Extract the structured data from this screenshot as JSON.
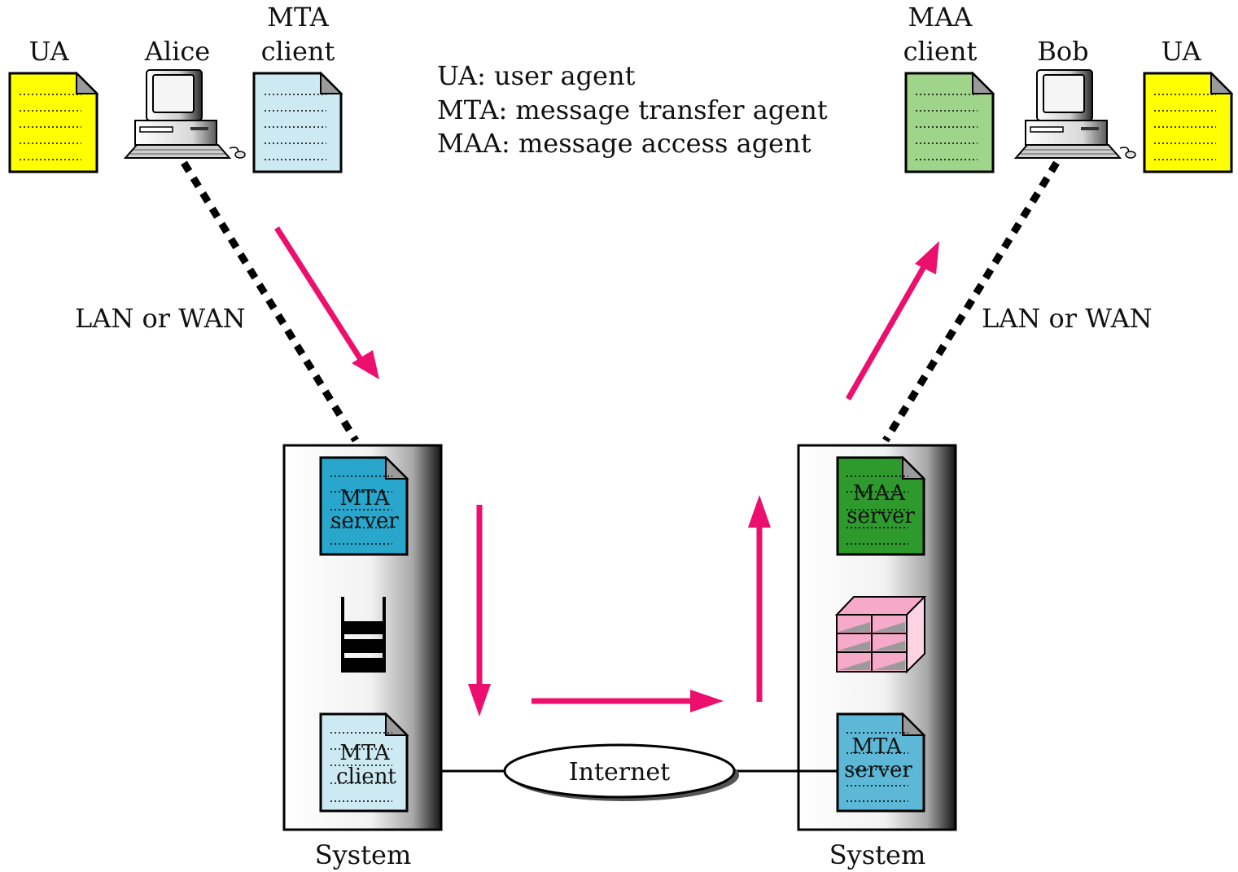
{
  "legend": {
    "ua": "UA: user agent",
    "mta": "MTA: message transfer agent",
    "maa": "MAA: message access agent"
  },
  "left": {
    "ua_label": "UA",
    "user_label": "Alice",
    "client_label_line1": "MTA",
    "client_label_line2": "client",
    "link_label": "LAN or WAN",
    "system_label": "System",
    "server_doc_line1": "MTA",
    "server_doc_line2": "server",
    "client_doc_line1": "MTA",
    "client_doc_line2": "client"
  },
  "right": {
    "ua_label": "UA",
    "user_label": "Bob",
    "client_label_line1": "MAA",
    "client_label_line2": "client",
    "link_label": "LAN or WAN",
    "system_label": "System",
    "server_doc_line1": "MAA",
    "server_doc_line2": "server",
    "mta_doc_line1": "MTA",
    "mta_doc_line2": "server"
  },
  "internet_label": "Internet",
  "colors": {
    "ua_doc": "#ffff00",
    "mta_client_light": "#cdeaf2",
    "mta_server_dark": "#29a6cc",
    "maa_client": "#9fd58b",
    "maa_server": "#2e9a2e",
    "mta_server_right": "#5cb8d6",
    "arrow": "#ec0f6e",
    "mailbox": "#f6a9c9",
    "mailbox_side": "#fbd3e3"
  },
  "icons": [
    "document-icon",
    "computer-icon",
    "queue-icon",
    "mailbox-icon",
    "arrow-icon"
  ]
}
